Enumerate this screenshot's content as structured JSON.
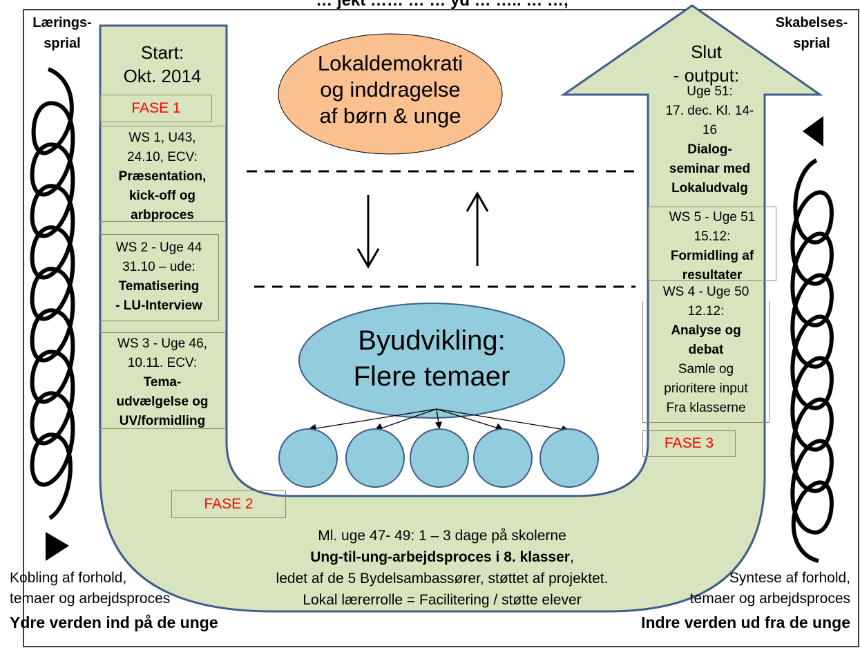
{
  "colors": {
    "u_fill": "#d7e4bd",
    "u_stroke": "#3e5c8e",
    "ellipse_top": "#fac090",
    "ellipse_bottom": "#93cddd",
    "circles": "#93cddd",
    "phase_text": "#ff0000"
  },
  "top_clip_title": "… jekt …… … … yd … ….. … …,",
  "left_spiral_label": "Lærings-\nsprial",
  "right_spiral_label": "Skabelses-\nsprial",
  "start": {
    "line1": "Start:",
    "line2": "Okt. 2014"
  },
  "slut": {
    "line1": "Slut",
    "line2": "- output:"
  },
  "phases": {
    "fase1": "FASE 1",
    "fase2": "FASE 2",
    "fase3": "FASE 3"
  },
  "left_boxes": [
    {
      "lines": [
        "WS 1, U43,",
        "24.10, ECV:"
      ],
      "bold": [
        "Præsentation,",
        "kick-off og",
        "arbproces"
      ]
    },
    {
      "lines": [
        "WS 2 - Uge 44",
        "31.10 – ude:"
      ],
      "bold": [
        "Tematisering",
        "- LU-Interview"
      ]
    },
    {
      "lines": [
        "WS 3 - Uge 46,",
        "10.11. ECV:"
      ],
      "bold": [
        "Tema-",
        "udvælgelse og",
        "UV/formidling"
      ]
    }
  ],
  "right_boxes": [
    {
      "lines": [
        "Uge 51:",
        "17. dec. Kl. 14-",
        "16"
      ],
      "bold": [
        "Dialog-",
        "seminar med",
        "Lokaludvalg"
      ]
    },
    {
      "lines": [
        "WS 5 - Uge 51",
        "15.12:"
      ],
      "bold": [
        "Formidling af",
        "resultater"
      ]
    },
    {
      "lines": [
        "WS 4 - Uge 50",
        "12.12:"
      ],
      "bold": [
        "Analyse og",
        "debat"
      ],
      "after": [
        "Samle og",
        "prioritere input",
        "Fra klasserne"
      ]
    }
  ],
  "ellipse_top_text": [
    "Lokaldemokrati",
    "og inddragelse",
    "af børn & unge"
  ],
  "ellipse_bottom_text": [
    "Byudvikling:",
    "Flere temaer"
  ],
  "bottom_text": {
    "line1": "Ml. uge 47- 49: 1 – 3 dage på skolerne",
    "line2_bold": "Ung-til-ung-arbejdsproces i 8. klasser",
    "line2_tail": ",",
    "line3": "ledet af de 5 Bydelsambassører, støttet af projektet.",
    "line4": "Lokal lærerrolle = Facilitering / støtte elever"
  },
  "footer_left": {
    "line1": "Kobling af forhold,",
    "line2": "temaer og arbejdsproces",
    "bold": "Ydre verden ind på de unge"
  },
  "footer_right": {
    "line1": "Syntese af forhold,",
    "line2": "temaer og arbejdsproces",
    "bold": "Indre verden ud fra de unge"
  }
}
